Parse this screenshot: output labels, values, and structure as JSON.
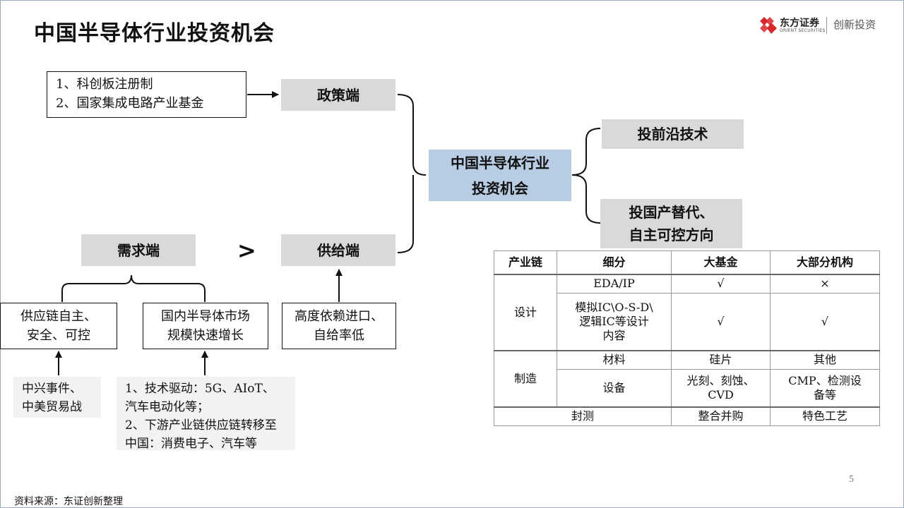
{
  "header": {
    "title": "中国半导体行业投资机会",
    "brand_name": "东方证券",
    "brand_sub": "ORIENT SECURITIES",
    "brand_tag": "创新投资",
    "brand_color": "#d7262c"
  },
  "policy": {
    "items": [
      "1、科创板注册制",
      "2、国家集成电路产业基金"
    ],
    "label": "政策端"
  },
  "center": {
    "line1": "中国半导体行业",
    "line2": "投资机会"
  },
  "right": {
    "frontier": "投前沿技术",
    "substitute_line1": "投国产替代、",
    "substitute_line2": "自主可控方向"
  },
  "demand": {
    "label": "需求端",
    "compare": ">",
    "left_box": [
      "供应链自主、",
      "安全、可控"
    ],
    "right_box": [
      "国内半导体市场",
      "规模快速增长"
    ],
    "left_cause": [
      "中兴事件、",
      "中美贸易战"
    ],
    "right_cause": [
      "1、技术驱动：5G、AIoT、",
      "汽车电动化等；",
      "2、下游产业链供应链转移至",
      "中国：消费电子、汽车等"
    ]
  },
  "supply": {
    "label": "供给端",
    "box": [
      "高度依赖进口、",
      "自给率低"
    ]
  },
  "table": {
    "headers": [
      "产业链",
      "细分",
      "大基金",
      "大部分机构"
    ],
    "design_label": "设计",
    "design_rows": [
      {
        "sub": "EDA/IP",
        "fund": "√",
        "inst": "×"
      },
      {
        "sub": [
          "模拟IC\\O-S-D\\",
          "逻辑IC等设计",
          "内容"
        ],
        "fund": "√",
        "inst": "√"
      }
    ],
    "manufacture_label": "制造",
    "manufacture_rows": [
      {
        "sub": "材料",
        "fund": "硅片",
        "inst": "其他"
      },
      {
        "sub": "设备",
        "fund": [
          "光刻、刻蚀、",
          "CVD"
        ],
        "inst": [
          "CMP、检测设",
          "备等"
        ]
      }
    ],
    "packaging": {
      "label": "封测",
      "fund": "整合并购",
      "inst": "特色工艺"
    }
  },
  "footer": {
    "source": "资料来源：东证创新整理",
    "page": "5"
  }
}
